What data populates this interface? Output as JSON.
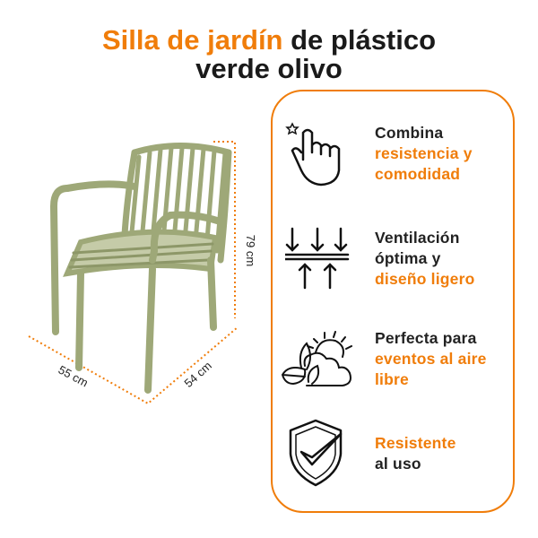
{
  "title": {
    "line1_accent": "Silla de jardín",
    "line1_rest": " de plástico",
    "line2": "verde olivo"
  },
  "dimensions": {
    "height": "79 cm",
    "width": "55 cm",
    "depth": "54 cm"
  },
  "features": [
    {
      "icon": "touch-hand-icon",
      "lines": [
        {
          "text": "Combina",
          "accent": false
        },
        {
          "text": "resistencia y",
          "accent": true
        },
        {
          "text": "comodidad",
          "accent": true
        }
      ]
    },
    {
      "icon": "ventilation-arrows-icon",
      "lines": [
        {
          "text": "Ventilación",
          "accent": false
        },
        {
          "text": "óptima y",
          "accent": false
        },
        {
          "text": "diseño ligero",
          "accent": true
        }
      ]
    },
    {
      "icon": "sun-cloud-leaf-icon",
      "lines": [
        {
          "text": "Perfecta para",
          "accent": false
        },
        {
          "text": "eventos al aire",
          "accent": true
        },
        {
          "text": "libre",
          "accent": true
        }
      ]
    },
    {
      "icon": "shield-check-icon",
      "lines": [
        {
          "text": "Resistente",
          "accent": true
        },
        {
          "text": "al uso",
          "accent": false
        }
      ]
    }
  ],
  "colors": {
    "accent": "#f07d0a",
    "chair": "#a3ad80",
    "text": "#222222"
  }
}
